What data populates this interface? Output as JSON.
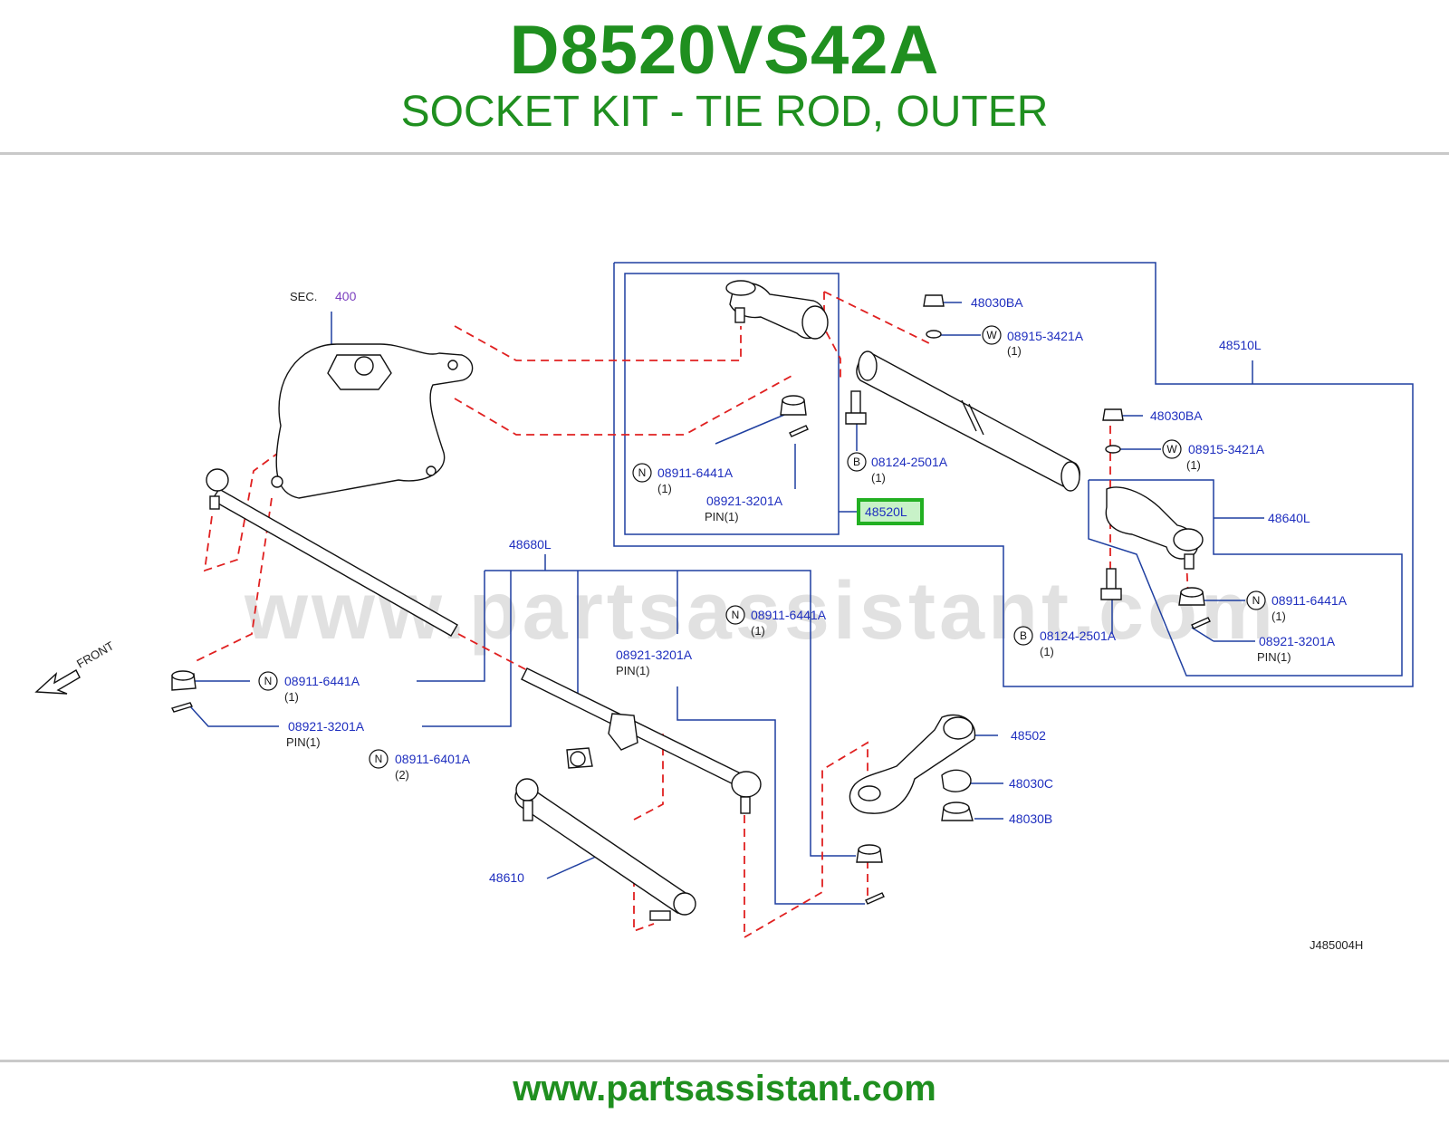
{
  "header": {
    "part_number": "D8520VS42A",
    "title": "SOCKET KIT - TIE ROD, OUTER"
  },
  "watermark": "www.partsassistant.com",
  "footer": {
    "url": "www.partsassistant.com"
  },
  "diagram": {
    "code": "J485004H",
    "front_label": "FRONT",
    "sec_label": "SEC.",
    "sec_number": "400",
    "highlighted_part": "48520L",
    "callouts": {
      "c48030BA_1": "48030BA",
      "c08915_1": "08915-3421A",
      "c08915_1_qty": "(1)",
      "c48510L": "48510L",
      "c48030BA_2": "48030BA",
      "c08915_2": "08915-3421A",
      "c08915_2_qty": "(1)",
      "c08124_1": "08124-2501A",
      "c08124_1_qty": "(1)",
      "c08911_1": "08911-6441A",
      "c08911_1_qty": "(1)",
      "c08921_1": "08921-3201A",
      "c08921_1_qty": "PIN(1)",
      "c48520L": "48520L",
      "c48640L": "48640L",
      "c48680L": "48680L",
      "c08911_2": "08911-6441A",
      "c08911_2_qty": "(1)",
      "c08911_3": "08911-6441A",
      "c08911_3_qty": "(1)",
      "c08921_2": "08921-3201A",
      "c08921_2_qty": "PIN(1)",
      "c08124_2": "08124-2501A",
      "c08124_2_qty": "(1)",
      "c08921_3": "08921-3201A",
      "c08921_3_qty": "PIN(1)",
      "c08911_4": "08911-6441A",
      "c08911_4_qty": "(1)",
      "c08921_4": "08921-3201A",
      "c08921_4_qty": "PIN(1)",
      "c08911_6401": "08911-6401A",
      "c08911_6401_qty": "(2)",
      "c48502": "48502",
      "c48030C": "48030C",
      "c48030B": "48030B",
      "c48610": "48610"
    },
    "circle_markers": {
      "N": "N",
      "W": "W",
      "B": "B"
    }
  },
  "colors": {
    "brand_green": "#1f8f1f",
    "callout_blue": "#1f2fbf",
    "leader_blue": "#1f3fa0",
    "dashed_red": "#e02020",
    "highlight_green": "#22b022",
    "highlight_fill": "#c8f2c8"
  }
}
